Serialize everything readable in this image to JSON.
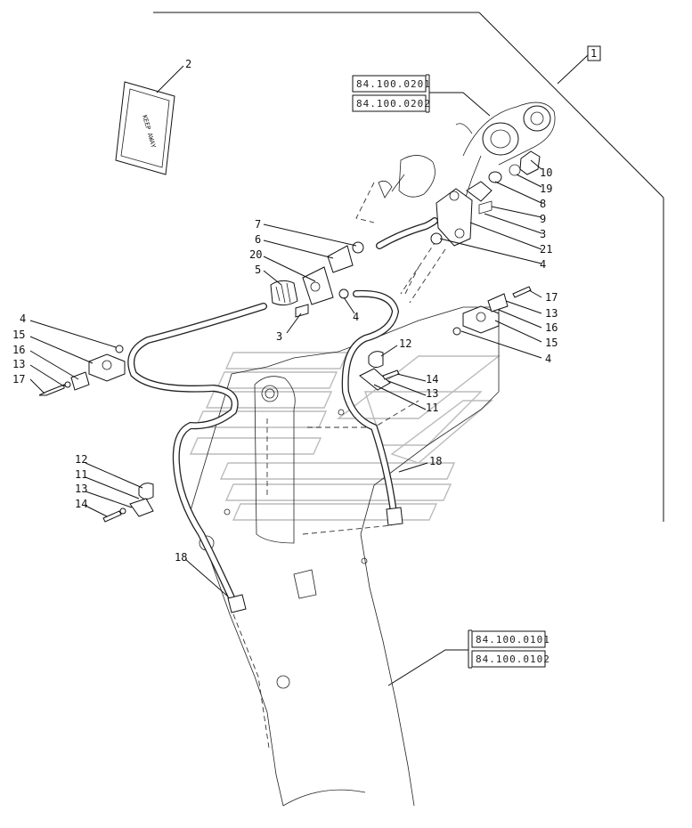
{
  "references": {
    "top": [
      "84.100.0201",
      "84.100.0202"
    ],
    "bottom": [
      "84.100.0101",
      "84.100.0102"
    ]
  },
  "callouts": {
    "c1": "1",
    "c2": "2",
    "c10": "10",
    "c19": "19",
    "c8": "8",
    "c9": "9",
    "c3a": "3",
    "c21": "21",
    "c4a": "4",
    "c7": "7",
    "c6": "6",
    "c20": "20",
    "c5": "5",
    "c4b": "4",
    "c3b": "3",
    "c17a": "17",
    "c13a": "13",
    "c16a": "16",
    "c15a": "15",
    "c4c": "4",
    "c12a": "12",
    "c14a": "14",
    "c13b": "13",
    "c11a": "11",
    "c18a": "18",
    "c4d": "4",
    "c15b": "15",
    "c16b": "16",
    "c13c": "13",
    "c17b": "17",
    "c12b": "12",
    "c11b": "11",
    "c13d": "13",
    "c14b": "14",
    "c18b": "18"
  },
  "booklet_text": "KEEP AWAY"
}
